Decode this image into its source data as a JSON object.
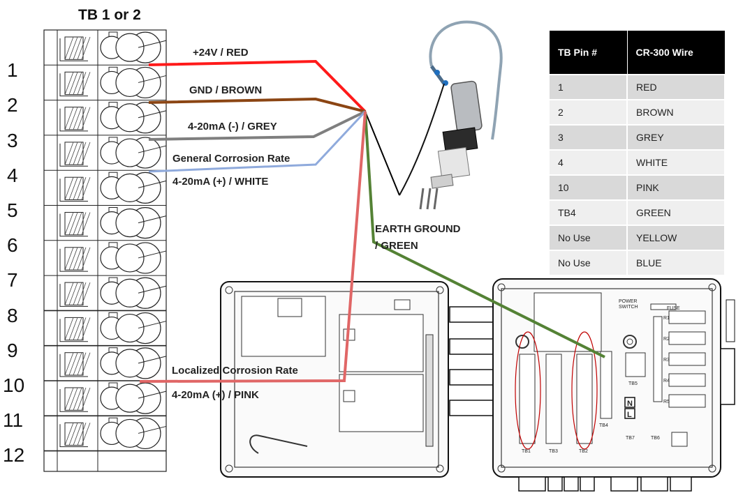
{
  "terminal_block": {
    "title": "TB 1 or 2",
    "pins": [
      "1",
      "2",
      "3",
      "4",
      "5",
      "6",
      "7",
      "8",
      "9",
      "10",
      "11",
      "12"
    ]
  },
  "wire_labels": {
    "red": "+24V / RED",
    "brown": "GND / BROWN",
    "grey": "4-20mA (-) / GREY",
    "general": "General Corrosion Rate",
    "white": "4-20mA (+) / WHITE",
    "earth1": "EARTH GROUND",
    "earth2": "/ GREEN",
    "localized": "Localized Corrosion Rate",
    "pink": "4-20mA (+) / PINK"
  },
  "board_labels": {
    "tb1": "TB1",
    "tb3": "TB3",
    "tb2": "TB2",
    "tb4": "TB4",
    "tb5": "TB5",
    "tb6": "TB6",
    "tb7": "TB7",
    "power": "POWER",
    "switch": "SWITCH",
    "fuse": "FUSE",
    "n": "N",
    "l": "L",
    "r1": "R1",
    "r2": "R2",
    "r3": "R3",
    "r4": "R4",
    "r5": "R5"
  },
  "pin_table": {
    "headers": [
      "TB Pin #",
      "CR-300 Wire"
    ],
    "rows": [
      [
        "1",
        "RED"
      ],
      [
        "2",
        "BROWN"
      ],
      [
        "3",
        "GREY"
      ],
      [
        "4",
        "WHITE"
      ],
      [
        "10",
        "PINK"
      ],
      [
        "TB4",
        "GREEN"
      ],
      [
        "No Use",
        "YELLOW"
      ],
      [
        "No Use",
        "BLUE"
      ]
    ]
  },
  "colors": {
    "red": "#ff1a1a",
    "brown": "#8b4513",
    "grey": "#7f7f7f",
    "white_wire": "#8faadc",
    "green": "#548235",
    "pink": "#e06666",
    "black": "#000000"
  }
}
